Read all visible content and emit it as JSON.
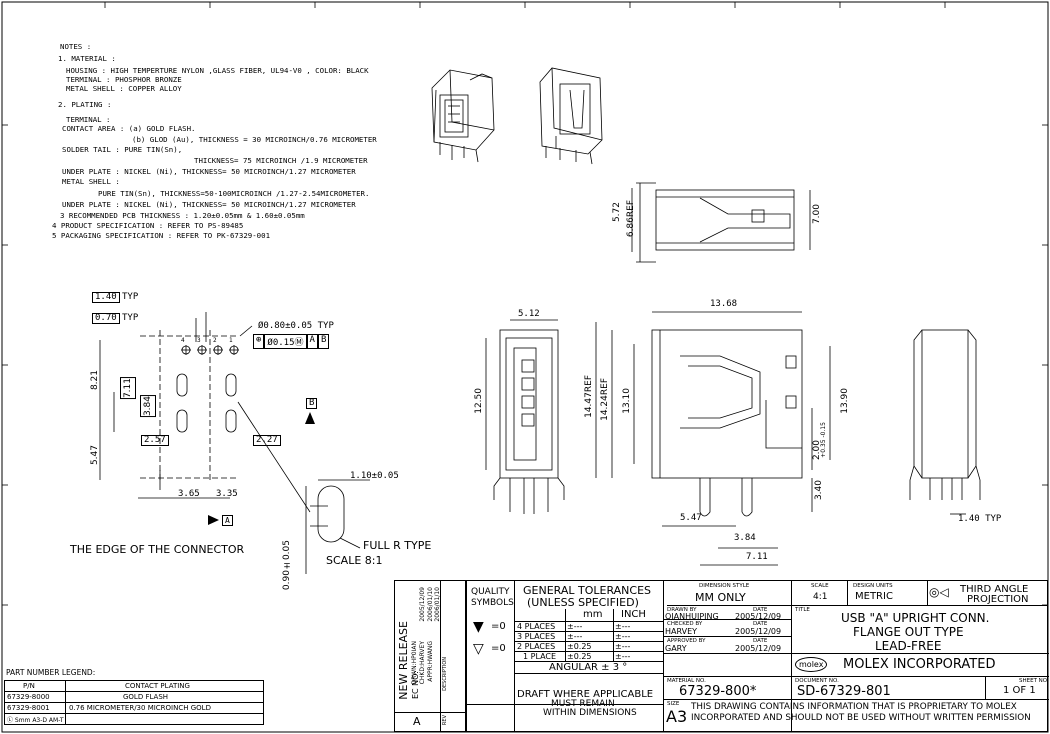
{
  "notes": {
    "title": "NOTES :",
    "lines": [
      "1. MATERIAL :",
      "HOUSING : HIGH TEMPERTURE NYLON ,GLASS FIBER, UL94-V0 , COLOR: BLACK",
      "TERMINAL : PHOSPHOR BRONZE",
      "METAL SHELL : COPPER ALLOY",
      "2. PLATING :",
      "TERMINAL :",
      "CONTACT AREA : (a) GOLD FLASH.",
      "(b) GLOD (Au), THICKNESS = 30 MICROINCH/0.76 MICROMETER",
      "SOLDER TAIL : PURE TIN(Sn),",
      "THICKNESS= 75 MICROINCH /1.9 MICROMETER",
      "UNDER PLATE : NICKEL (Ni), THICKNESS= 50 MICROINCH/1.27 MICROMETER",
      "METAL SHELL :",
      "PURE TIN(Sn), THICKNESS=50-100MICROINCH /1.27-2.54MICROMETER.",
      "UNDER PLATE : NICKEL (Ni), THICKNESS= 50 MICROINCH/1.27 MICROMETER",
      "3 RECOMMENDED PCB THICKNESS : 1.20±0.05mm & 1.60±0.05mm",
      "4 PRODUCT SPECIFICATION : REFER TO PS-89485",
      "5 PACKAGING SPECIFICATION : REFER TO PK-67329-001"
    ]
  },
  "dims": {
    "typ140": "1.40",
    "typ070": "0.70",
    "typ_word": "TYP",
    "hole": "Ø0.80±0.05 TYP",
    "fcf": [
      "⊕",
      "Ø0.15Ⓜ",
      "A",
      "B"
    ],
    "pin_nums": [
      "4",
      "3",
      "2",
      "1"
    ],
    "d821": "8.21",
    "d711": "7.11",
    "d384v": "3.84",
    "d547v": "5.47",
    "d257": "2.57",
    "d227": "2.27",
    "d365": "3.65",
    "d335": "3.35",
    "datum_b": "B",
    "datum_a": "A",
    "slot_w": "1.10±0.05",
    "slot_h": "0.90±0.05",
    "full_r": "FULL R TYPE",
    "scale": "SCALE 8:1",
    "edge": "THE EDGE OF THE CONNECTOR",
    "d686": "6.86REF",
    "d572": "5.72",
    "d700": "7.00",
    "d512": "5.12",
    "d1250": "12.50",
    "d1447": "14.47REF",
    "d1424": "14.24REF",
    "d1310": "13.10",
    "d1368": "13.68",
    "d1390": "13.90",
    "d200": "2.00",
    "d200_tol": "+0.35 -0.15",
    "d340": "3.40",
    "d547h": "5.47",
    "d384h": "3.84",
    "d711h": "7.11",
    "d140b": "1.40 TYP"
  },
  "legend": {
    "title": "PART NUMBER LEGEND:",
    "headers": [
      "P/N",
      "CONTACT PLATING"
    ],
    "rows": [
      [
        "67329-8000",
        "GOLD FLASH"
      ],
      [
        "67329-8001",
        "0.76 MICROMETER/30 MICROINCH GOLD"
      ]
    ],
    "footer": "Ⓛ Smm A3-D AM-T"
  },
  "revision": {
    "new_release": "NEW RELEASE",
    "ec_no": "EC NO:",
    "drwn": "DRWN:HP0IAN",
    "chkd": "CHKD:HARVEY",
    "appr": "APPR:HWANG",
    "dates": [
      "2005/12/09",
      "2006/01/10",
      "2006/01/10"
    ],
    "desc_label": "DESCRIPTION",
    "rev_label": "REV",
    "rev": "A"
  },
  "titleblock": {
    "quality": "QUALITY",
    "symbols": "SYMBOLS",
    "sym1": "=0",
    "sym2": "=0",
    "gen_tol": "GENERAL TOLERANCES",
    "unless": "(UNLESS SPECIFIED)",
    "mm": "mm",
    "inch": "INCH",
    "places": [
      [
        "4 PLACES",
        "±---",
        "±---"
      ],
      [
        "3 PLACES",
        "±---",
        "±---"
      ],
      [
        "2 PLACES",
        "±0.25",
        "±---"
      ],
      [
        "1 PLACE",
        "±0.25",
        "±---"
      ]
    ],
    "angular": "ANGULAR ± 3 °",
    "draft": [
      "DRAFT WHERE APPLICABLE",
      "MUST REMAIN",
      "WITHIN DIMENSIONS"
    ],
    "dim_style_lbl": "DIMENSION STYLE",
    "dim_style": "MM ONLY",
    "scale_lbl": "SCALE",
    "scale": "4:1",
    "units_lbl": "DESIGN UNITS",
    "units": "METRIC",
    "projection": [
      "THIRD ANGLE",
      "PROJECTION"
    ],
    "drawn_lbl": "DRAWN BY",
    "date_lbl": "DATE",
    "drawn": "QIANHUIPING",
    "drawn_date": "2005/12/09",
    "checked_lbl": "CHECKED BY",
    "checked": "HARVEY",
    "checked_date": "2005/12/09",
    "approved_lbl": "APPROVED BY",
    "approved": "GARY",
    "approved_date": "2005/12/09",
    "title_lbl": "TITLE",
    "title": [
      "USB \"A\" UPRIGHT CONN.",
      "FLANGE OUT TYPE",
      "LEAD-FREE"
    ],
    "molex_logo": "molex",
    "company": "MOLEX INCORPORATED",
    "material_lbl": "MATERIAL NO.",
    "material": "67329-800*",
    "doc_lbl": "DOCUMENT NO.",
    "doc": "SD-67329-801",
    "sheet_lbl": "SHEET NO.",
    "sheet": "1 OF 1",
    "size_lbl": "SIZE",
    "size": "A3",
    "prop": [
      "THIS DRAWING CONTAINS INFORMATION THAT IS PROPRIETARY TO MOLEX",
      "INCORPORATED AND SHOULD NOT BE USED WITHOUT WRITTEN PERMISSION"
    ]
  }
}
